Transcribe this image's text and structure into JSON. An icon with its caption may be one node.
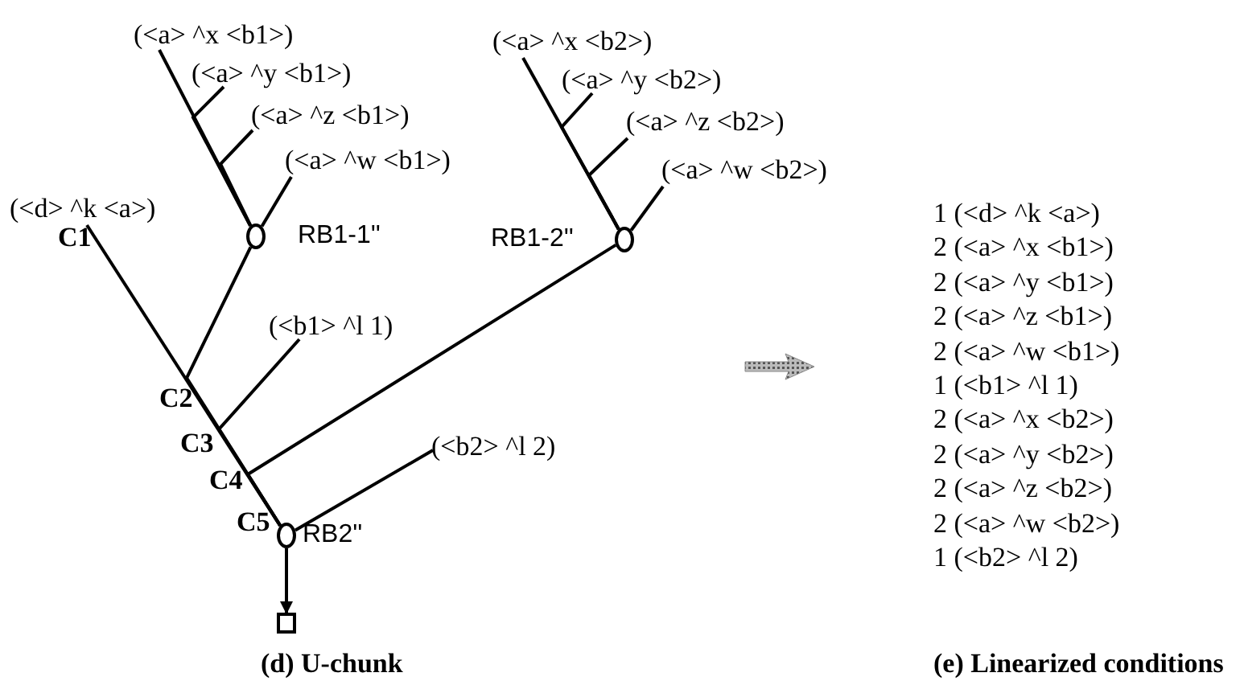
{
  "diagram": {
    "nodes": [
      {
        "text": [
          "(<d> ^k <a>)"
        ]
      },
      {
        "text": [
          "(<a> ^x <b1>)"
        ]
      },
      {
        "text": [
          "(<a> ^y <b1>)"
        ]
      },
      {
        "text": [
          "(<a> ^z <b1>)"
        ]
      },
      {
        "text": [
          "(<a> ^w <b1>)"
        ]
      },
      {
        "text": [],
        "shape": "circle",
        "beside": [
          "RB1-1''"
        ]
      },
      {
        "text": [
          "(<a> ^x <b2>)"
        ]
      },
      {
        "text": [
          "(<a> ^y <b2>)"
        ]
      },
      {
        "text": [
          "(<a> ^z <b2>)"
        ]
      },
      {
        "text": [
          "(<a> ^w <b2>)"
        ]
      },
      {
        "text": [],
        "shape": "circle",
        "beside": [
          "RB1-2''"
        ]
      },
      {
        "text": [
          "(<b1> ^l 1)"
        ]
      },
      {
        "text": [
          "(<b2> ^l 2)"
        ]
      },
      {
        "text": [],
        "shape": "circle",
        "beside": [
          "RB2''"
        ]
      },
      {
        "text": [],
        "shape": "box"
      }
    ],
    "edges": [
      {
        "from": 1,
        "to": 5,
        "arrow": "none"
      },
      {
        "from": 2,
        "to": 5,
        "arrow": "none"
      },
      {
        "from": 3,
        "to": 5,
        "arrow": "none"
      },
      {
        "from": 4,
        "to": 5,
        "arrow": "none"
      },
      {
        "from": 6,
        "to": 10,
        "arrow": "none"
      },
      {
        "from": 7,
        "to": 10,
        "arrow": "none"
      },
      {
        "from": 8,
        "to": 10,
        "arrow": "none"
      },
      {
        "from": 9,
        "to": 10,
        "arrow": "none"
      },
      {
        "from": 0,
        "to": 13,
        "arrow": "none"
      },
      {
        "from": 5,
        "to": 13,
        "arrow": "none"
      },
      {
        "from": 11,
        "to": 13,
        "arrow": "none"
      },
      {
        "from": 10,
        "to": 13,
        "arrow": "none"
      },
      {
        "from": 12,
        "to": 13,
        "arrow": "none"
      },
      {
        "from": 13,
        "to": 14,
        "arrow": "to"
      }
    ],
    "labels": [
      "C1",
      "C2",
      "C3",
      "C4",
      "C5",
      "1 (<d> ^k <a>)",
      "2 (<a> ^x <b1>)",
      "2 (<a> ^y <b1>)",
      "2 (<a> ^z <b1>)",
      "2 (<a> ^w <b1>)",
      "1 (<b1> ^l 1)",
      "2 (<a> ^x <b2>)",
      "2 (<a> ^y <b2>)",
      "2 (<a> ^z <b2>)",
      "2 (<a> ^w <b2>)",
      "1 (<b2> ^l 2)",
      "(d) U-chunk",
      "(e) Linearized conditions"
    ]
  }
}
